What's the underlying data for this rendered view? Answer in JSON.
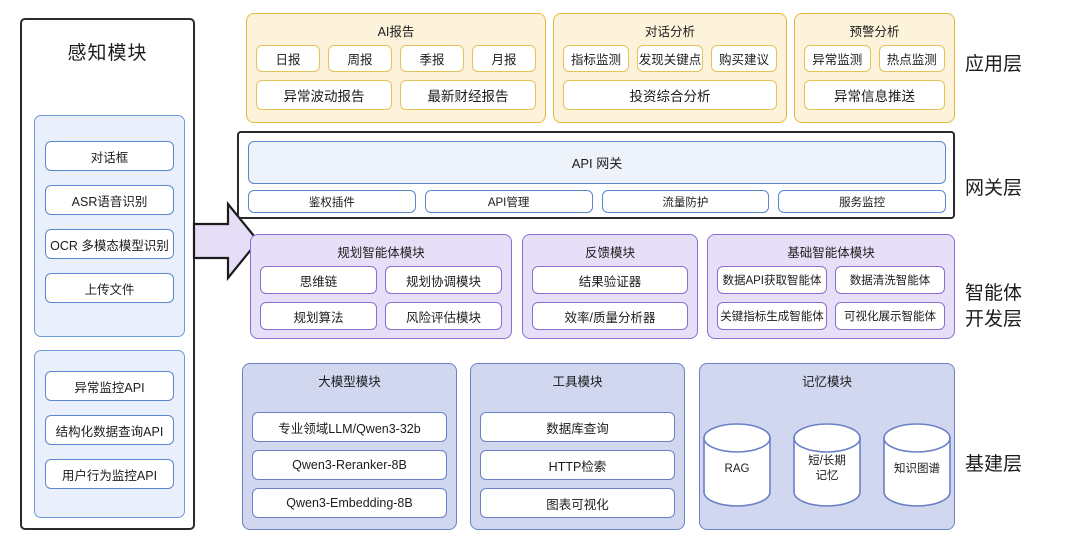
{
  "perception": {
    "title": "感知模块",
    "group1": [
      "对话框",
      "ASR语音识别",
      "OCR 多模态模型识别",
      "上传文件"
    ],
    "group2": [
      "异常监控API",
      "结构化数据查询API",
      "用户行为监控API"
    ]
  },
  "arrow": {
    "name": "right-arrow",
    "fill": "#e6ddf7",
    "stroke": "#1c1c1c"
  },
  "layer_labels": {
    "application": "应用层",
    "gateway": "网关层",
    "agent_dev": "智能体\n开发层",
    "agent_dev_line1": "智能体",
    "agent_dev_line2": "开发层",
    "infrastructure": "基建层"
  },
  "application_layer": {
    "accent": "#e2b93b",
    "fill": "#fcf3da",
    "groups": [
      {
        "title": "AI报告",
        "row1": [
          "日报",
          "周报",
          "季报",
          "月报"
        ],
        "row2": [
          "异常波动报告",
          "最新财经报告"
        ]
      },
      {
        "title": "对话分析",
        "row1": [
          "指标监测",
          "发现关键点",
          "购买建议"
        ],
        "row2": [
          "投资综合分析"
        ]
      },
      {
        "title": "预警分析",
        "row1": [
          "异常监测",
          "热点监测"
        ],
        "row2": [
          "异常信息推送"
        ]
      }
    ]
  },
  "gateway_layer": {
    "accent": "#5b87cf",
    "main": "API 网关",
    "items": [
      "鉴权插件",
      "API管理",
      "流量防护",
      "服务监控"
    ]
  },
  "agent_dev_layer": {
    "accent": "#8a6ed2",
    "fill": "#e7dff8",
    "groups": [
      {
        "title": "规划智能体模块",
        "row1": [
          "思维链",
          "规划协调模块"
        ],
        "row2": [
          "规划算法",
          "风险评估模块"
        ]
      },
      {
        "title": "反馈模块",
        "row1": [
          "结果验证器"
        ],
        "row2": [
          "效率/质量分析器"
        ]
      },
      {
        "title": "基础智能体模块",
        "row1": [
          "数据API获取智能体",
          "数据清洗智能体"
        ],
        "row2": [
          "关键指标生成智能体",
          "可视化展示智能体"
        ]
      }
    ]
  },
  "infrastructure_layer": {
    "accent": "#6b80c8",
    "fill": "#d1d7ef",
    "groups": [
      {
        "title": "大模型模块",
        "items": [
          "专业领域LLM/Qwen3-32b",
          "Qwen3-Reranker-8B",
          "Qwen3-Embedding-8B"
        ]
      },
      {
        "title": "工具模块",
        "items": [
          "数据库查询",
          "HTTP检索",
          "图表可视化"
        ]
      },
      {
        "title": "记忆模块",
        "cylinders": [
          "RAG",
          "短/长期\n记忆",
          "知识图谱"
        ],
        "cylinder_1": "RAG",
        "cylinder_2_line1": "短/长期",
        "cylinder_2_line2": "记忆",
        "cylinder_3": "知识图谱"
      }
    ]
  }
}
